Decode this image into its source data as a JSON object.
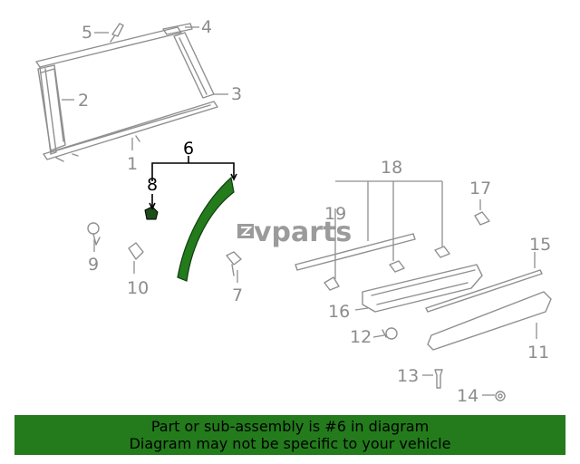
{
  "callouts": {
    "c1": "1",
    "c2": "2",
    "c3": "3",
    "c4": "4",
    "c5": "5",
    "c6": "6",
    "c7": "7",
    "c8": "8",
    "c9": "9",
    "c10": "10",
    "c11": "11",
    "c12": "12",
    "c13": "13",
    "c14": "14",
    "c15": "15",
    "c16": "16",
    "c17": "17",
    "c18": "18",
    "c19": "19"
  },
  "highlight": {
    "part_number": "6",
    "color": "#237b1c"
  },
  "watermark": "vparts",
  "banner": {
    "line1": "Part or sub-assembly is #6 in diagram",
    "line2": "Diagram may not be specific to your vehicle",
    "color": "#237b1c"
  }
}
